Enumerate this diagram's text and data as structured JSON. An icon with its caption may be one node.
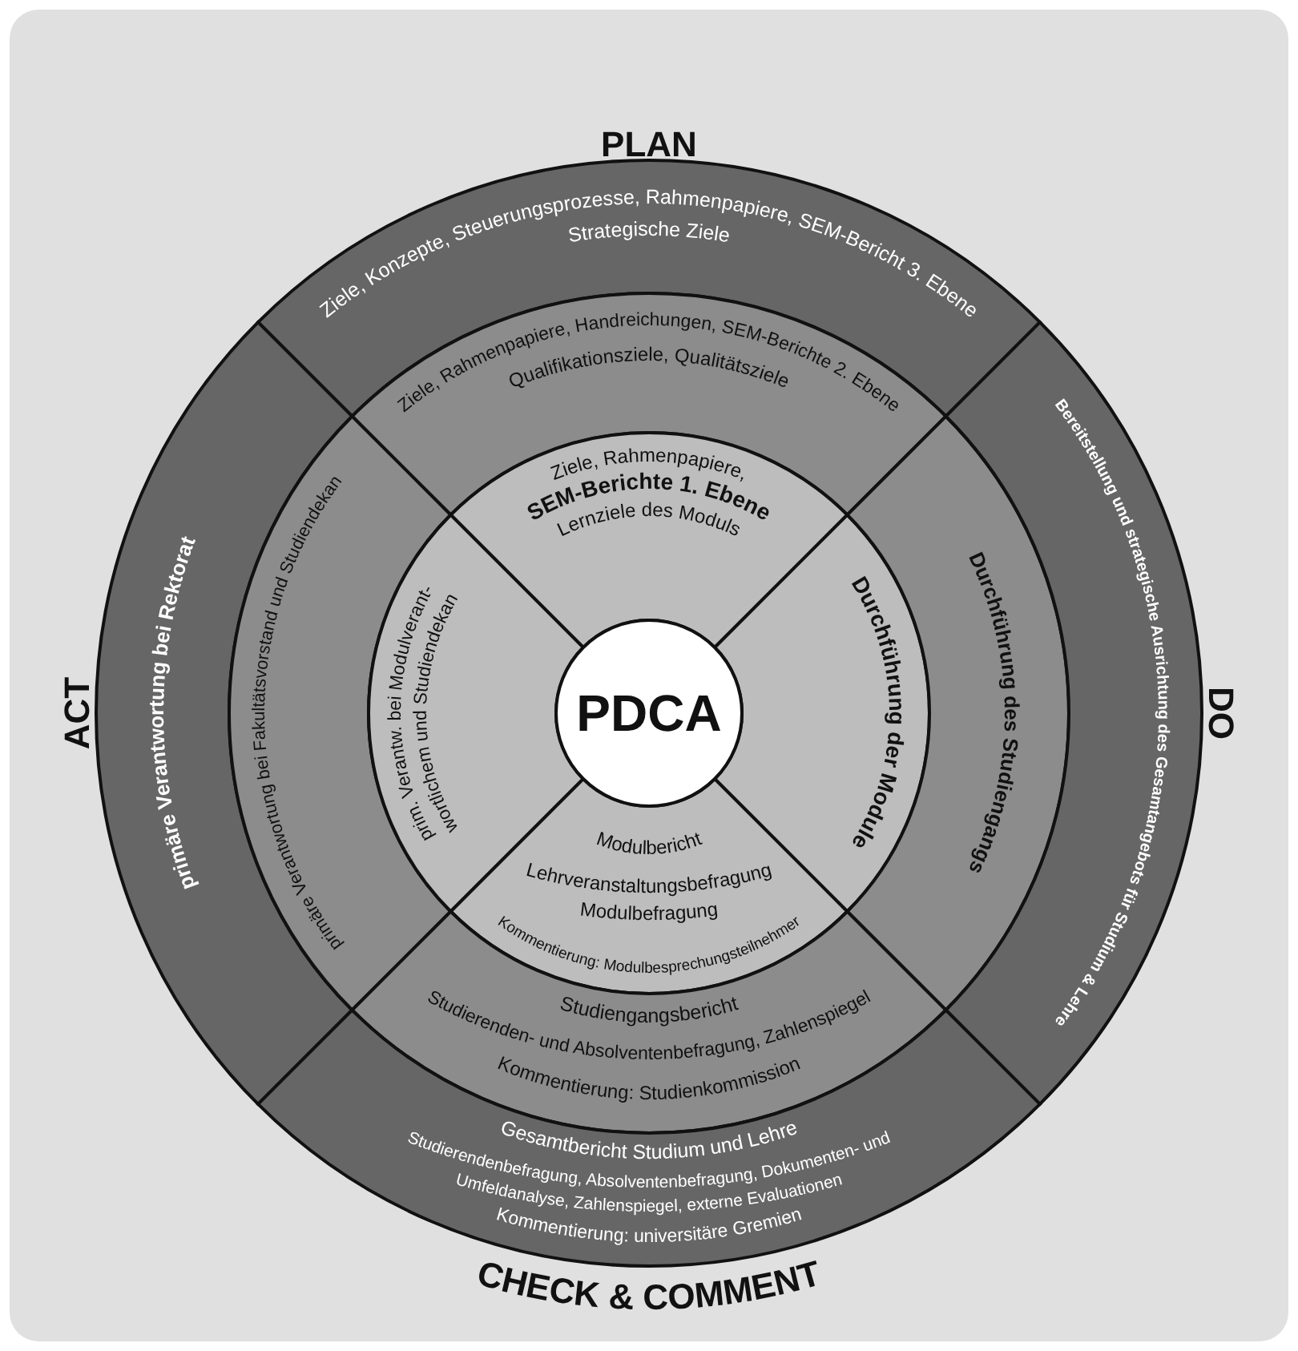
{
  "diagram": {
    "nodes": [
      {
        "text": [
          "Ziele, Konzepte, Steuerungsprozesse, Rahmenpapiere, SEM-Bericht 3. Ebene",
          "Strategische Ziele"
        ]
      },
      {
        "text": [
          "Ziele, Rahmenpapiere, Handreichungen, SEM-Berichte 2. Ebene",
          "Qualifikationsziele, Qualitätsziele"
        ]
      },
      {
        "text": [
          "Ziele, Rahmenpapiere,",
          "SEM-Berichte 1. Ebene",
          "Lernziele des Moduls"
        ]
      },
      {
        "text": [
          "primäre Verantwortung bei Rektorat"
        ]
      },
      {
        "text": [
          "primäre Verantwortung bei Fakultätsvorstand und Studiendekan"
        ]
      },
      {
        "text": [
          "prim. Verantw. bei Modulverant- wortlichem und Studiendekan"
        ]
      },
      {
        "text": [
          "PDCA"
        ]
      },
      {
        "text": [
          "Durchführung der Module"
        ]
      },
      {
        "text": [
          "Durchführung des Studiengangs"
        ]
      },
      {
        "text": [
          "Bereitstellung und strategische Ausrichtung des Gesamtangebots für Studium & Lehre"
        ]
      },
      {
        "text": [
          "Modulbericht",
          "Lehrveranstaltungsbefragung Modulbefragung",
          "Kommentierung: Modulbesprechungsteilnehmer"
        ]
      },
      {
        "text": [
          "Studiengangsbericht",
          "Studierenden- und Absolventenbefragung, Zahlenspiegel",
          "Kommentierung: Studienkommission"
        ]
      },
      {
        "text": [
          "Gesamtbericht Studium und Lehre",
          "Studierendenbefragung, Absolventenbefragung, Dokumenten- und Umfeldanalyse, Zahlenspiegel, externe Evaluationen",
          "Kommentierung: universitäre Gremien"
        ]
      }
    ],
    "labels": [
      "PLAN",
      "ACT",
      "DO",
      "CHECK & COMMENT"
    ]
  }
}
